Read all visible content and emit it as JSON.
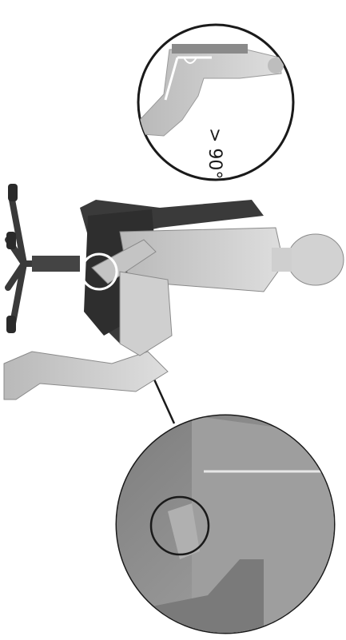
{
  "figure": {
    "angle_annotation": "> 90°",
    "colors": {
      "background": "#ffffff",
      "outline": "#1a1a1a",
      "skin": "#c9c9c9",
      "chair": "#3a3a3a",
      "zoom_fill": "#8f8f8f"
    },
    "icons": [
      "magnifier-circle",
      "seated-person",
      "office-chair",
      "thigh-angle-marker"
    ]
  }
}
